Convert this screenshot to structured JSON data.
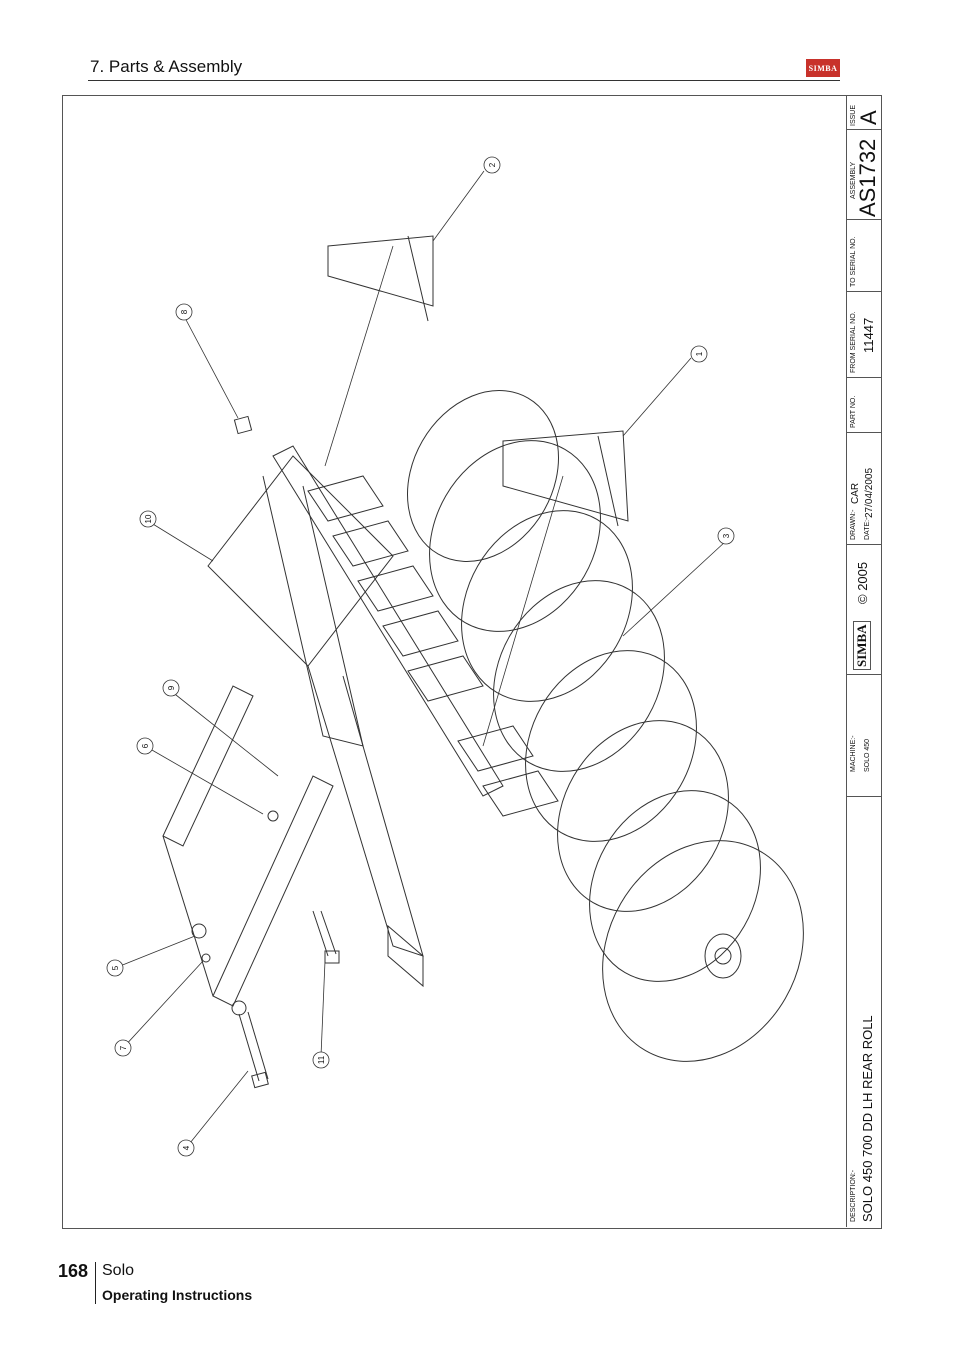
{
  "header": {
    "section_title": "7. Parts & Assembly",
    "logo_text": "SIMBA"
  },
  "title_block": {
    "issue_label": "ISSUE",
    "issue_value": "A",
    "assembly_label": "ASSEMBLY",
    "assembly_value": "AS1732",
    "to_serial_label": "TO SERIAL NO.",
    "to_serial_value": "",
    "from_serial_label": "FROM SERIAL NO.",
    "from_serial_value": "11447",
    "part_no_label": "PART NO.",
    "part_no_value": "",
    "drawn_label": "DRAWN:-",
    "drawn_value": "CAR",
    "date_label": "DATE:-",
    "date_value": "27/04/2005",
    "brand": "SIMBA",
    "copyright": "© 2005",
    "machine_label": "MACHINE:-",
    "machine_value": "SOLO 450",
    "description_label": "DESCRIPTION:-",
    "description_value": "SOLO 450 700 DD LH REAR ROLL"
  },
  "callouts": [
    "1",
    "2",
    "3",
    "4",
    "5",
    "6",
    "7",
    "8",
    "9",
    "10",
    "11"
  ],
  "footer": {
    "page_number": "168",
    "product": "Solo",
    "subtitle": "Operating Instructions"
  },
  "colors": {
    "logo_red": "#c8322b",
    "line": "#333333"
  }
}
